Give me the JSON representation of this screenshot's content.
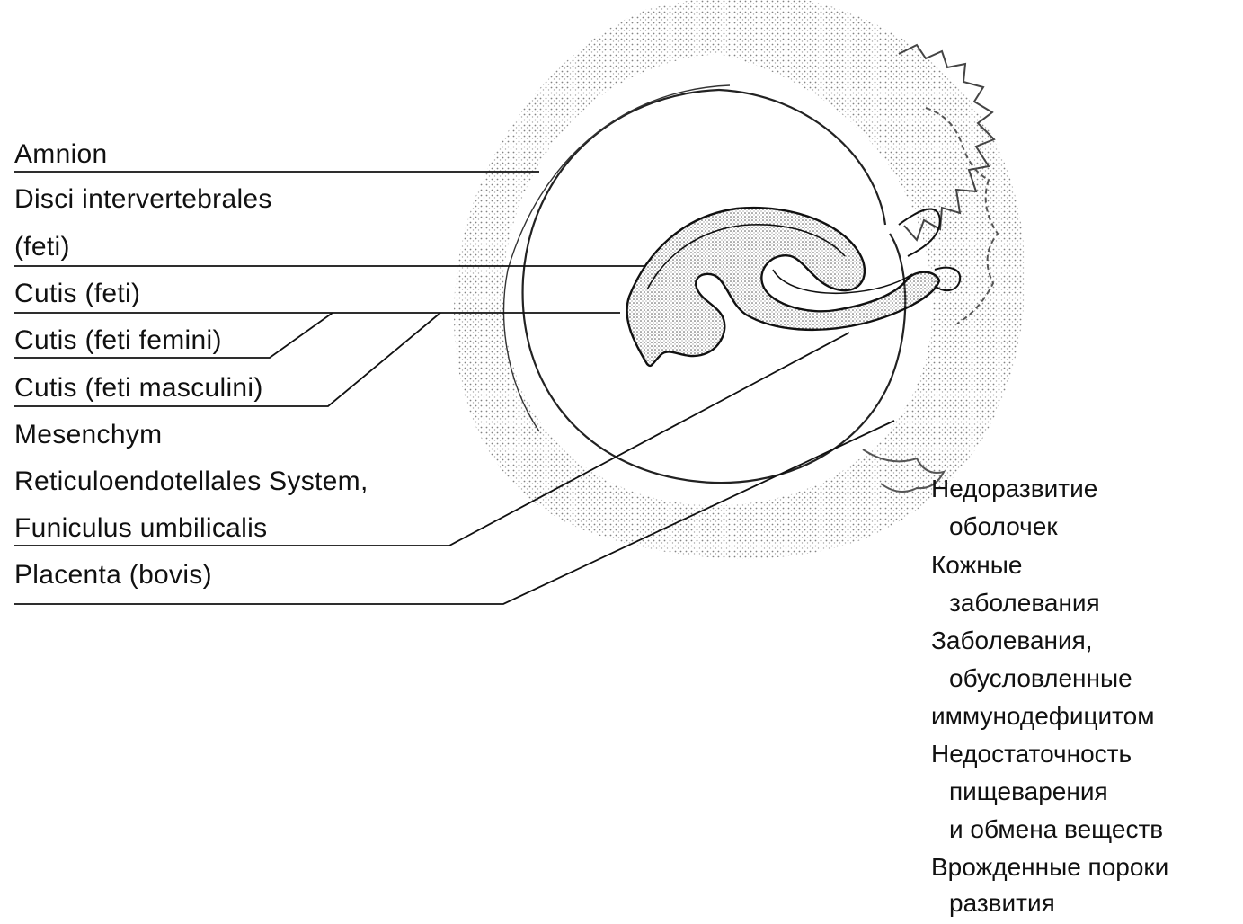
{
  "diagram": {
    "left_labels": [
      "Amnion",
      "Disci intervertebrales",
      "(feti)",
      "Cutis (feti)",
      "Cutis (feti femini)",
      "Cutis (feti masculini)",
      "Mesenchym",
      "Reticuloendotellales System,",
      "Funiculus umbilicalis",
      "Placenta (bovis)"
    ],
    "right_labels": [
      "Недоразвитие",
      "оболочек",
      "Кожные",
      "заболевания",
      "Заболевания,",
      "обусловленные",
      "иммунодефицитом",
      "Недостаточность",
      "пищеварения",
      "и обмена веществ",
      "Врожденные пороки",
      "развития"
    ]
  },
  "colors": {
    "ink": "#111111",
    "stipple": "#8a8a8a",
    "background": "#ffffff"
  }
}
